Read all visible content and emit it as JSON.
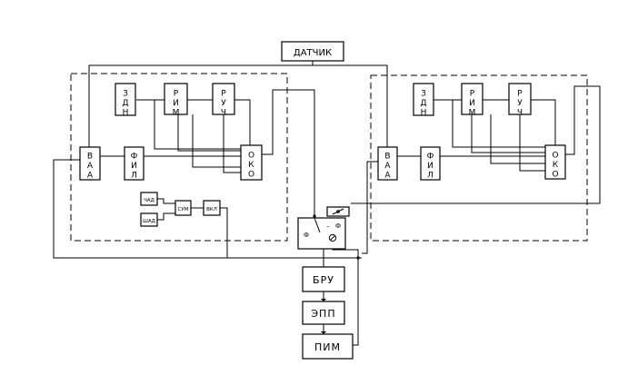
{
  "diagram": {
    "sensor": "ДАТЧИК",
    "left": {
      "zdn": "ЗДН",
      "rim": "РИМ",
      "ruch": "РУЧ",
      "vaa": "ВАА",
      "fil": "ФИЛ",
      "oko": "ОКО",
      "chld": "ЧАД",
      "shld": "ШАД",
      "sum": "СУМ",
      "vkl": "ВКЛ"
    },
    "right": {
      "zdn": "ЗДН",
      "rim": "РИМ",
      "ruch": "РУЧ",
      "vaa": "ВАА",
      "fil": "ФИЛ",
      "oko": "ОКО"
    },
    "chain": {
      "bru": "БРУ",
      "epp": "ЭПП",
      "pim": "ПИМ"
    },
    "switch": {
      "left_mark": "Ф",
      "minus_mark": "–",
      "right_mark": "Ф"
    }
  }
}
